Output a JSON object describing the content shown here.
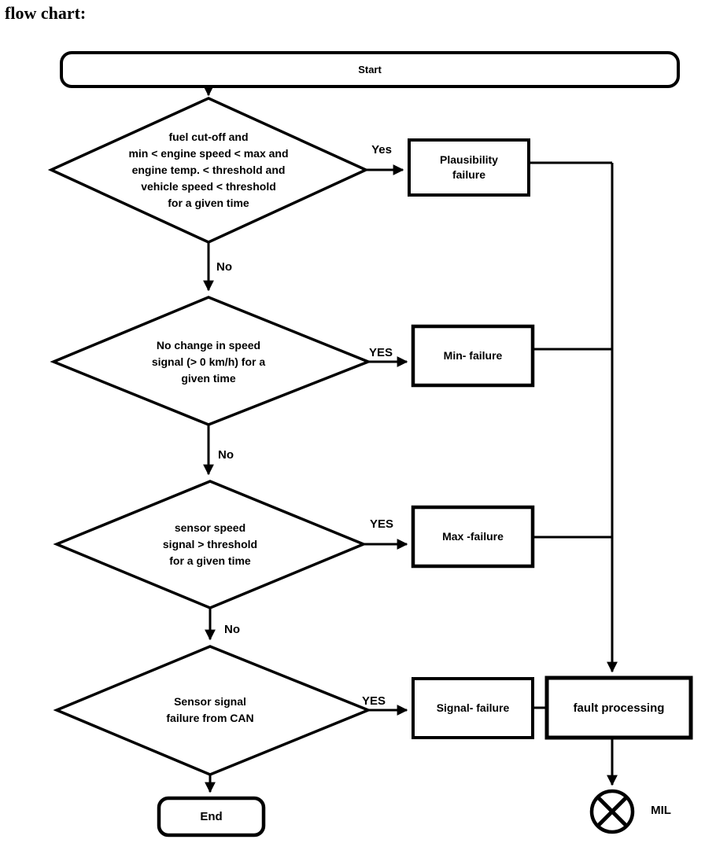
{
  "title": "flow chart:",
  "nodes": {
    "start": "Start",
    "decision_plausibility": "fuel cut-off and\nmin < engine speed < max and\nengine temp. < threshold and\nvehicle speed < threshold\nfor a given time",
    "plausibility_failure": "Plausibility\nfailure",
    "decision_min": "No change in speed\nsignal (> 0 km/h) for a\ngiven time",
    "min_failure": "Min- failure",
    "decision_max": "sensor speed\nsignal > threshold\nfor a given time",
    "max_failure": "Max -failure",
    "decision_signal": "Sensor signal\nfailure from CAN",
    "signal_failure": "Signal- failure",
    "fault_processing": "fault processing",
    "end": "End",
    "mil": "MIL"
  },
  "edge_labels": {
    "plausibility_yes": "Yes",
    "plausibility_no": "No",
    "min_yes": "YES",
    "min_no": "No",
    "max_yes": "YES",
    "max_no": "No",
    "signal_yes": "YES"
  },
  "colors": {
    "stroke": "#000000",
    "background": "#ffffff"
  }
}
